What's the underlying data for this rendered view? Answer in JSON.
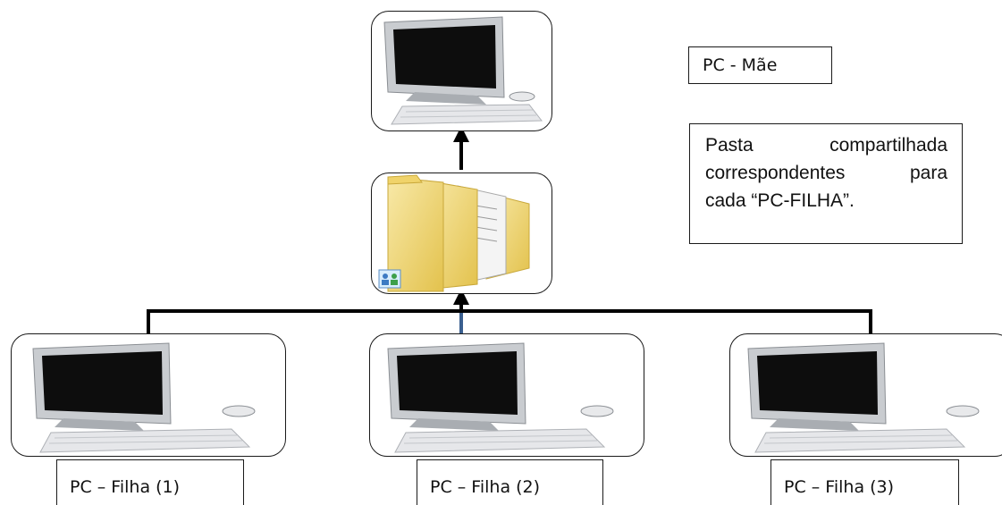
{
  "nodes": {
    "mother_label": "PC - Mãe",
    "child_labels": [
      "PC – Filha (1)",
      "PC – Filha (2)",
      "PC – Filha (3)"
    ]
  },
  "note": {
    "line1_a": "Pasta",
    "line1_b": "compartilhada",
    "line2_a": "correspondentes",
    "line2_b": "para",
    "line3": "cada “PC-FILHA”."
  },
  "icons": {
    "pc": "desktop-computer-icon",
    "folder": "shared-folder-icon"
  },
  "colors": {
    "line": "#000000",
    "center_line": "#3a5f8f",
    "folder": "#f2d774",
    "monitor": "#b9bcc0"
  }
}
